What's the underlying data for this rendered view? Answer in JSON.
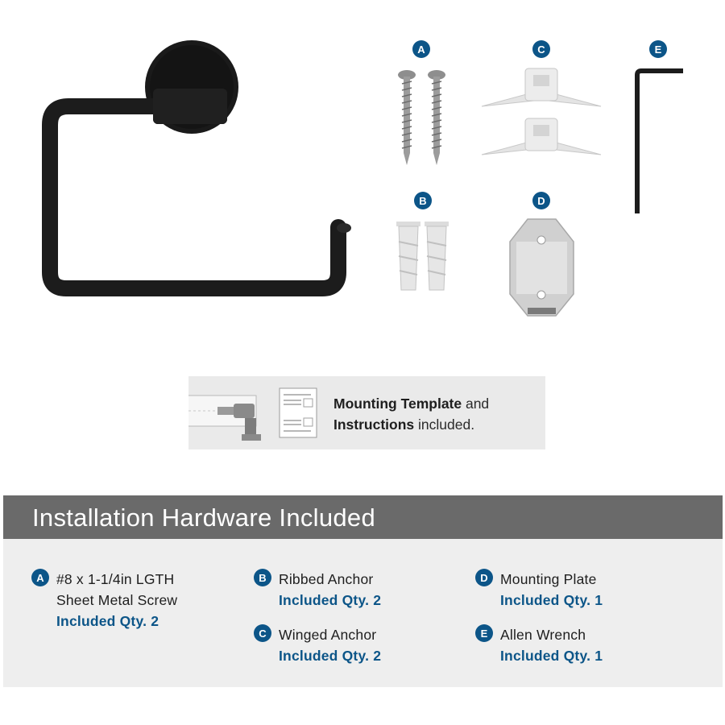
{
  "badges": {
    "a": "A",
    "b": "B",
    "c": "C",
    "d": "D",
    "e": "E"
  },
  "template_banner": {
    "bold1": "Mounting Template",
    "text1": " and",
    "bold2": "Instructions",
    "text2": " included."
  },
  "hardware": {
    "title": "Installation Hardware Included",
    "items": [
      {
        "letter": "A",
        "name_line1": "#8 x 1-1/4in LGTH",
        "name_line2": "Sheet Metal Screw",
        "qty": "Included Qty. 2"
      },
      {
        "letter": "B",
        "name_line1": "Ribbed Anchor",
        "qty": "Included Qty. 2"
      },
      {
        "letter": "C",
        "name_line1": "Winged Anchor",
        "qty": "Included Qty. 2"
      },
      {
        "letter": "D",
        "name_line1": "Mounting Plate",
        "qty": "Included Qty. 1"
      },
      {
        "letter": "E",
        "name_line1": "Allen Wrench",
        "qty": "Included Qty. 1"
      }
    ]
  },
  "colors": {
    "badge": "#0c5588",
    "header_bg": "#6a6a6a",
    "body_bg": "#eeeeee",
    "banner_bg": "#eaeaea",
    "product": "#1c1c1c"
  }
}
